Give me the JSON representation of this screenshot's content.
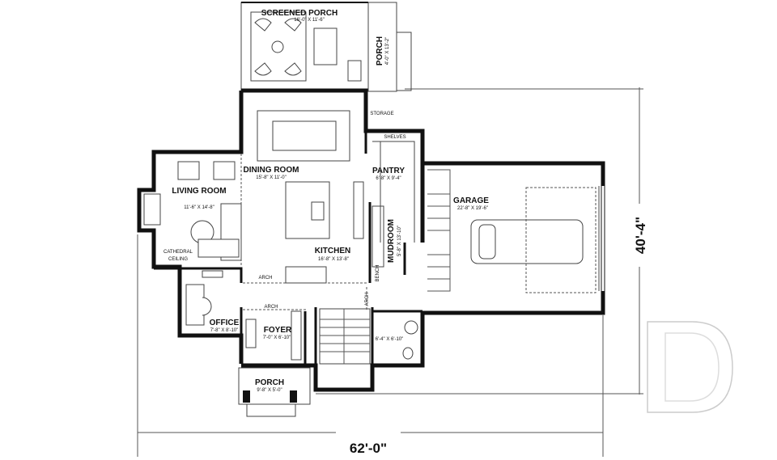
{
  "plan": {
    "rooms": [
      {
        "name": "SCREENED PORCH",
        "size": "16'-0\" X 11'-6\""
      },
      {
        "name": "PORCH",
        "size": "4'-0\" X 13'-2\""
      },
      {
        "name": "DINING ROOM",
        "size": "15'-8\" X 11'-0\""
      },
      {
        "name": "LIVING ROOM",
        "size": "11'-6\" X 14'-8\""
      },
      {
        "name": "PANTRY",
        "size": "6'-8\" X 9'-4\""
      },
      {
        "name": "GARAGE",
        "size": "22'-8\" X 19'-6\""
      },
      {
        "name": "KITCHEN",
        "size": "16'-8\" X 13'-8\""
      },
      {
        "name": "MUDROOM",
        "size": "5'-8\" X 13'-10\""
      },
      {
        "name": "OFFICE",
        "size": "7'-8\" X 8'-10\""
      },
      {
        "name": "FOYER",
        "size": "7'-0\" X 6'-10\""
      },
      {
        "name": "PORCH",
        "size": "9'-8\" X 5'-0\""
      },
      {
        "name": "",
        "size": "6'-4\" X 6'-10\""
      }
    ],
    "notes": {
      "storage": "STORAGE",
      "shelves": "SHELVES",
      "cathedral_1": "CATHEDRAL",
      "cathedral_2": "CEILING",
      "arch_kitchen": "ARCH",
      "arch_foyer": "ARCH",
      "arch_mudroom": "ARCH",
      "bench": "BENCH"
    },
    "dimensions": {
      "width": "62'-0\"",
      "depth": "40'-4\""
    }
  },
  "colors": {
    "wall": "#111111",
    "line": "#555555",
    "watermark": "#cccccc"
  }
}
